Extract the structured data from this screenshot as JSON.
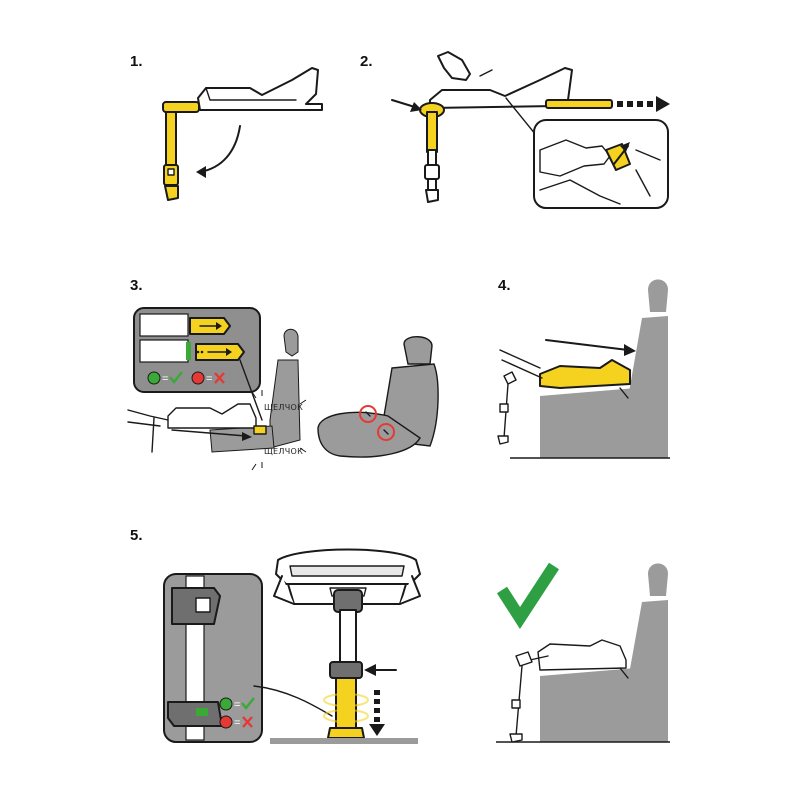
{
  "steps": [
    {
      "number": "1."
    },
    {
      "number": "2."
    },
    {
      "number": "3."
    },
    {
      "number": "4."
    },
    {
      "number": "5."
    }
  ],
  "click_sound": "ЩЕЛЧОК",
  "legend": {
    "equals": "="
  },
  "colors": {
    "yellow": "#f5d21f",
    "grey": "#9b9b9b",
    "dark_grey": "#6f6f6f",
    "light_grey": "#e8e8e8",
    "green": "#3aa935",
    "red": "#e53935",
    "check_green": "#2ea043",
    "outline": "#1a1a1a"
  },
  "icons": {
    "ok": "check-icon",
    "wrong": "cross-icon",
    "done": "big-checkmark-icon"
  }
}
